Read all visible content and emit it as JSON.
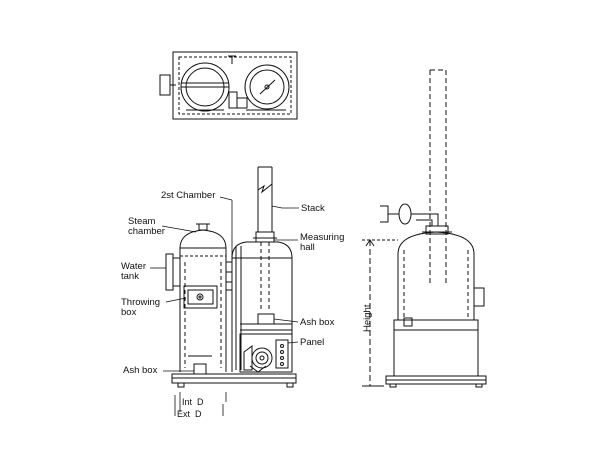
{
  "labels": {
    "second_chamber": "2st Chamber",
    "steam_chamber": "Steam\nchamber",
    "water_tank": "Water\ntank",
    "throwing_box": "Throwing\nbox",
    "ash_box_bottom": "Ash box",
    "stack": "Stack",
    "measuring_hall": "Measuring\nhall",
    "ash_box_right": "Ash box",
    "panel": "Panel",
    "height": "Height",
    "int_d": "Int  D",
    "ext_d": "Ext  D"
  }
}
